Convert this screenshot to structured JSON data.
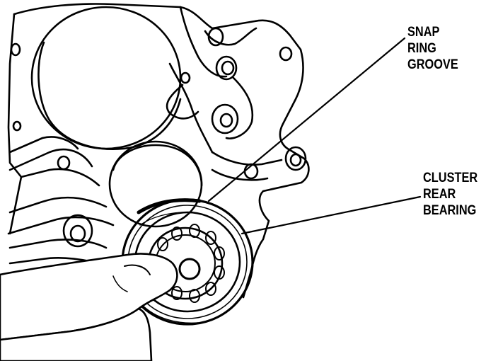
{
  "callouts": [
    {
      "id": "snap-ring-groove",
      "lines": [
        "SNAP",
        "RING",
        "GROOVE"
      ]
    },
    {
      "id": "cluster-rear-bearing",
      "lines": [
        "CLUSTER",
        "REAR",
        "BEARING"
      ]
    }
  ],
  "colors": {
    "ink": "#000000",
    "paper": "#ffffff"
  }
}
